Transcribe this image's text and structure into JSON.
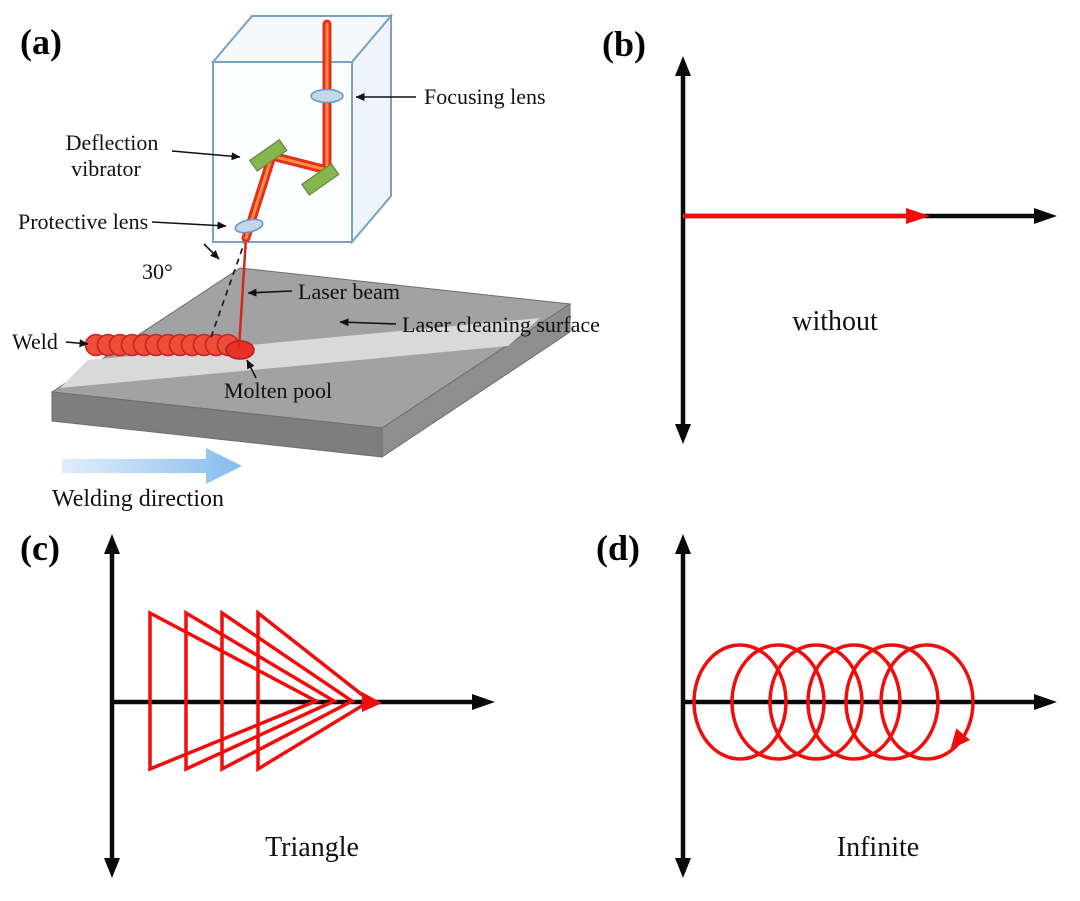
{
  "panels": {
    "a": {
      "label": "(a)",
      "annotations": {
        "focusing_lens": "Focusing lens",
        "deflection_lines": [
          "Deflection",
          "vibrator"
        ],
        "protective_lens": "Protective lens",
        "laser_beam": "Laser beam",
        "laser_cleaning_surface": "Laser cleaning surface",
        "weld": "Weld",
        "molten_pool": "Molten pool",
        "angle": "30°",
        "welding_direction": "Welding direction"
      }
    },
    "b": {
      "label": "(b)",
      "caption": "without"
    },
    "c": {
      "label": "(c)",
      "caption": "Triangle"
    },
    "d": {
      "label": "(d)",
      "caption": "Infinite"
    }
  },
  "colors": {
    "oscillation_red": "#f20d0d",
    "beam_red": "#e1301f",
    "beam_core_orange": "#ff8e3c",
    "axis_black": "#0a0a0a",
    "box_edge_blue": "#7aa0c4",
    "lens_blue": "#c3d6ea",
    "vibrator_green": "#86b44f",
    "plate_gray": "#a2a2a2",
    "surface_band_gray": "#d9d9d9",
    "weld_red": "#ef4c3a",
    "molten_pool_red": "#e63224",
    "welding_arrow_blue": "#8ec1ee"
  }
}
